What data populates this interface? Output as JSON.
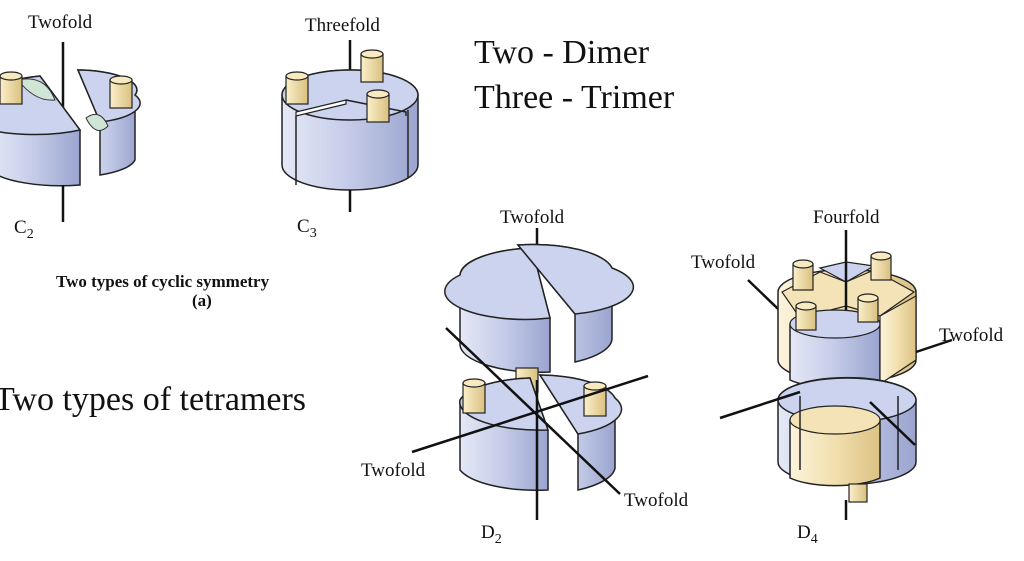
{
  "heading": {
    "line1": "Two - Dimer",
    "line2": "Three - Trimer"
  },
  "cyclic": {
    "c2": {
      "axis": "Twofold",
      "symbol": "C",
      "subscript": "2"
    },
    "c3": {
      "axis": "Threefold",
      "symbol": "C",
      "subscript": "3"
    },
    "caption": "Two types of cyclic symmetry",
    "caption_tag": "(a)"
  },
  "tetramers_label": "Two types of tetramers",
  "dihedral": {
    "d2": {
      "axis_top": "Twofold",
      "axis_left": "Twofold",
      "axis_right": "Twofold",
      "symbol": "D",
      "subscript": "2"
    },
    "d4": {
      "axis_top": "Fourfold",
      "axis_left": "Twofold",
      "axis_right": "Twofold",
      "symbol": "D",
      "subscript": "4"
    }
  },
  "colors": {
    "blue_face": "#c6cdea",
    "blue_side": "#a8b1d6",
    "tan_face": "#f3e3b6",
    "tan_side": "#e8d29a",
    "green": "#cfe6d6",
    "line": "#111111"
  }
}
